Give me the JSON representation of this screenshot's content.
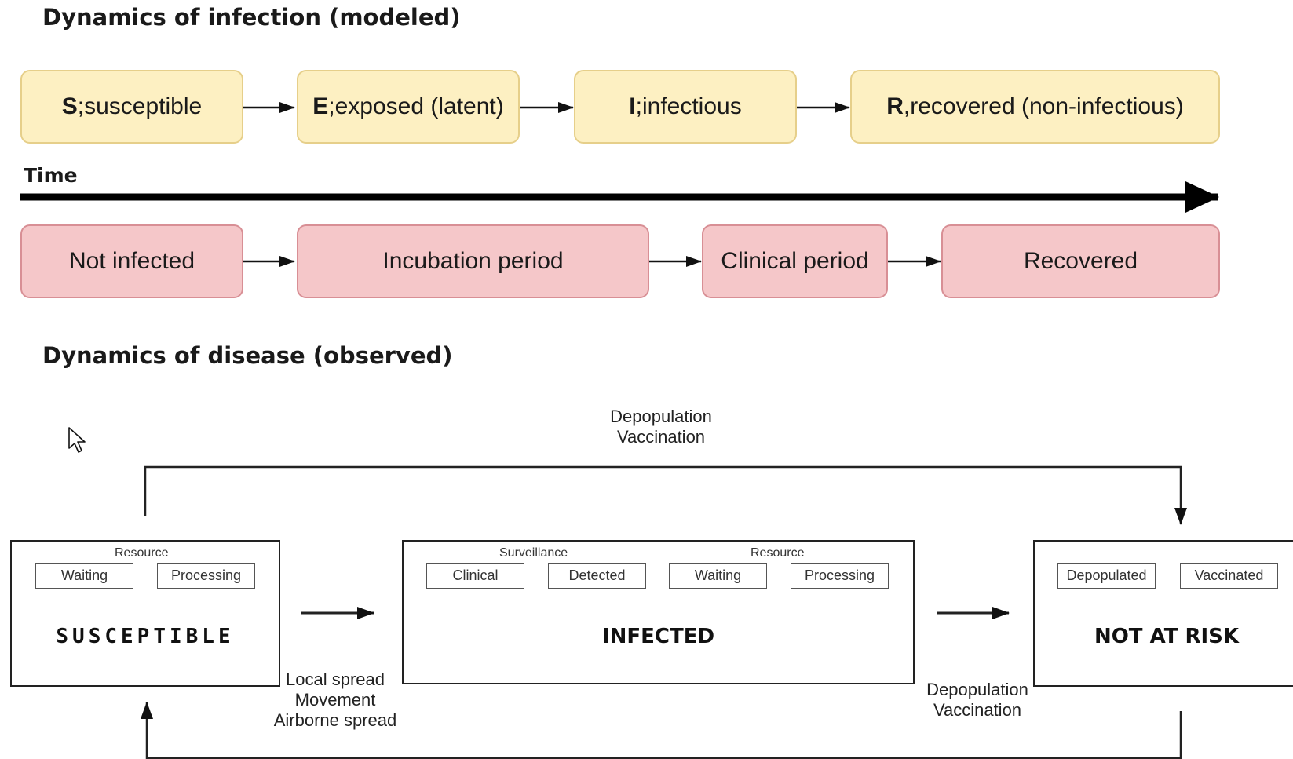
{
  "top": {
    "heading": "Dynamics of infection (modeled)",
    "states": [
      {
        "letter": "S",
        "sep": ";",
        "text": " susceptible"
      },
      {
        "letter": "E",
        "sep": ";",
        "text": " exposed (latent)"
      },
      {
        "letter": "I",
        "sep": ";",
        "text": " infectious"
      },
      {
        "letter": "R",
        "sep": ",",
        "text": " recovered (non-infectious)"
      }
    ],
    "time_label": "Time",
    "periods": [
      "Not infected",
      "Incubation period",
      "Clinical period",
      "Recovered"
    ]
  },
  "bottom": {
    "heading": "Dynamics of disease (observed)",
    "top_note": {
      "line1": "Depopulation",
      "line2": "Vaccination"
    },
    "susceptible": {
      "name": "SUSCEPTIBLE",
      "flow_label": "Resource",
      "subs": [
        "Waiting",
        "Processing"
      ]
    },
    "infected": {
      "name": "INFECTED",
      "flow_labels": [
        "Surveillance",
        "Resource"
      ],
      "subs": [
        "Clinical",
        "Detected",
        "Waiting",
        "Processing"
      ]
    },
    "not_at_risk": {
      "name": "NOT AT RISK",
      "subs": [
        "Depopulated",
        "Vaccinated"
      ]
    },
    "spread_note": {
      "line1": "Local spread",
      "line2": "Movement",
      "line3": "Airborne spread"
    },
    "right_note": {
      "line1": "Depopulation",
      "line2": "Vaccination"
    }
  }
}
